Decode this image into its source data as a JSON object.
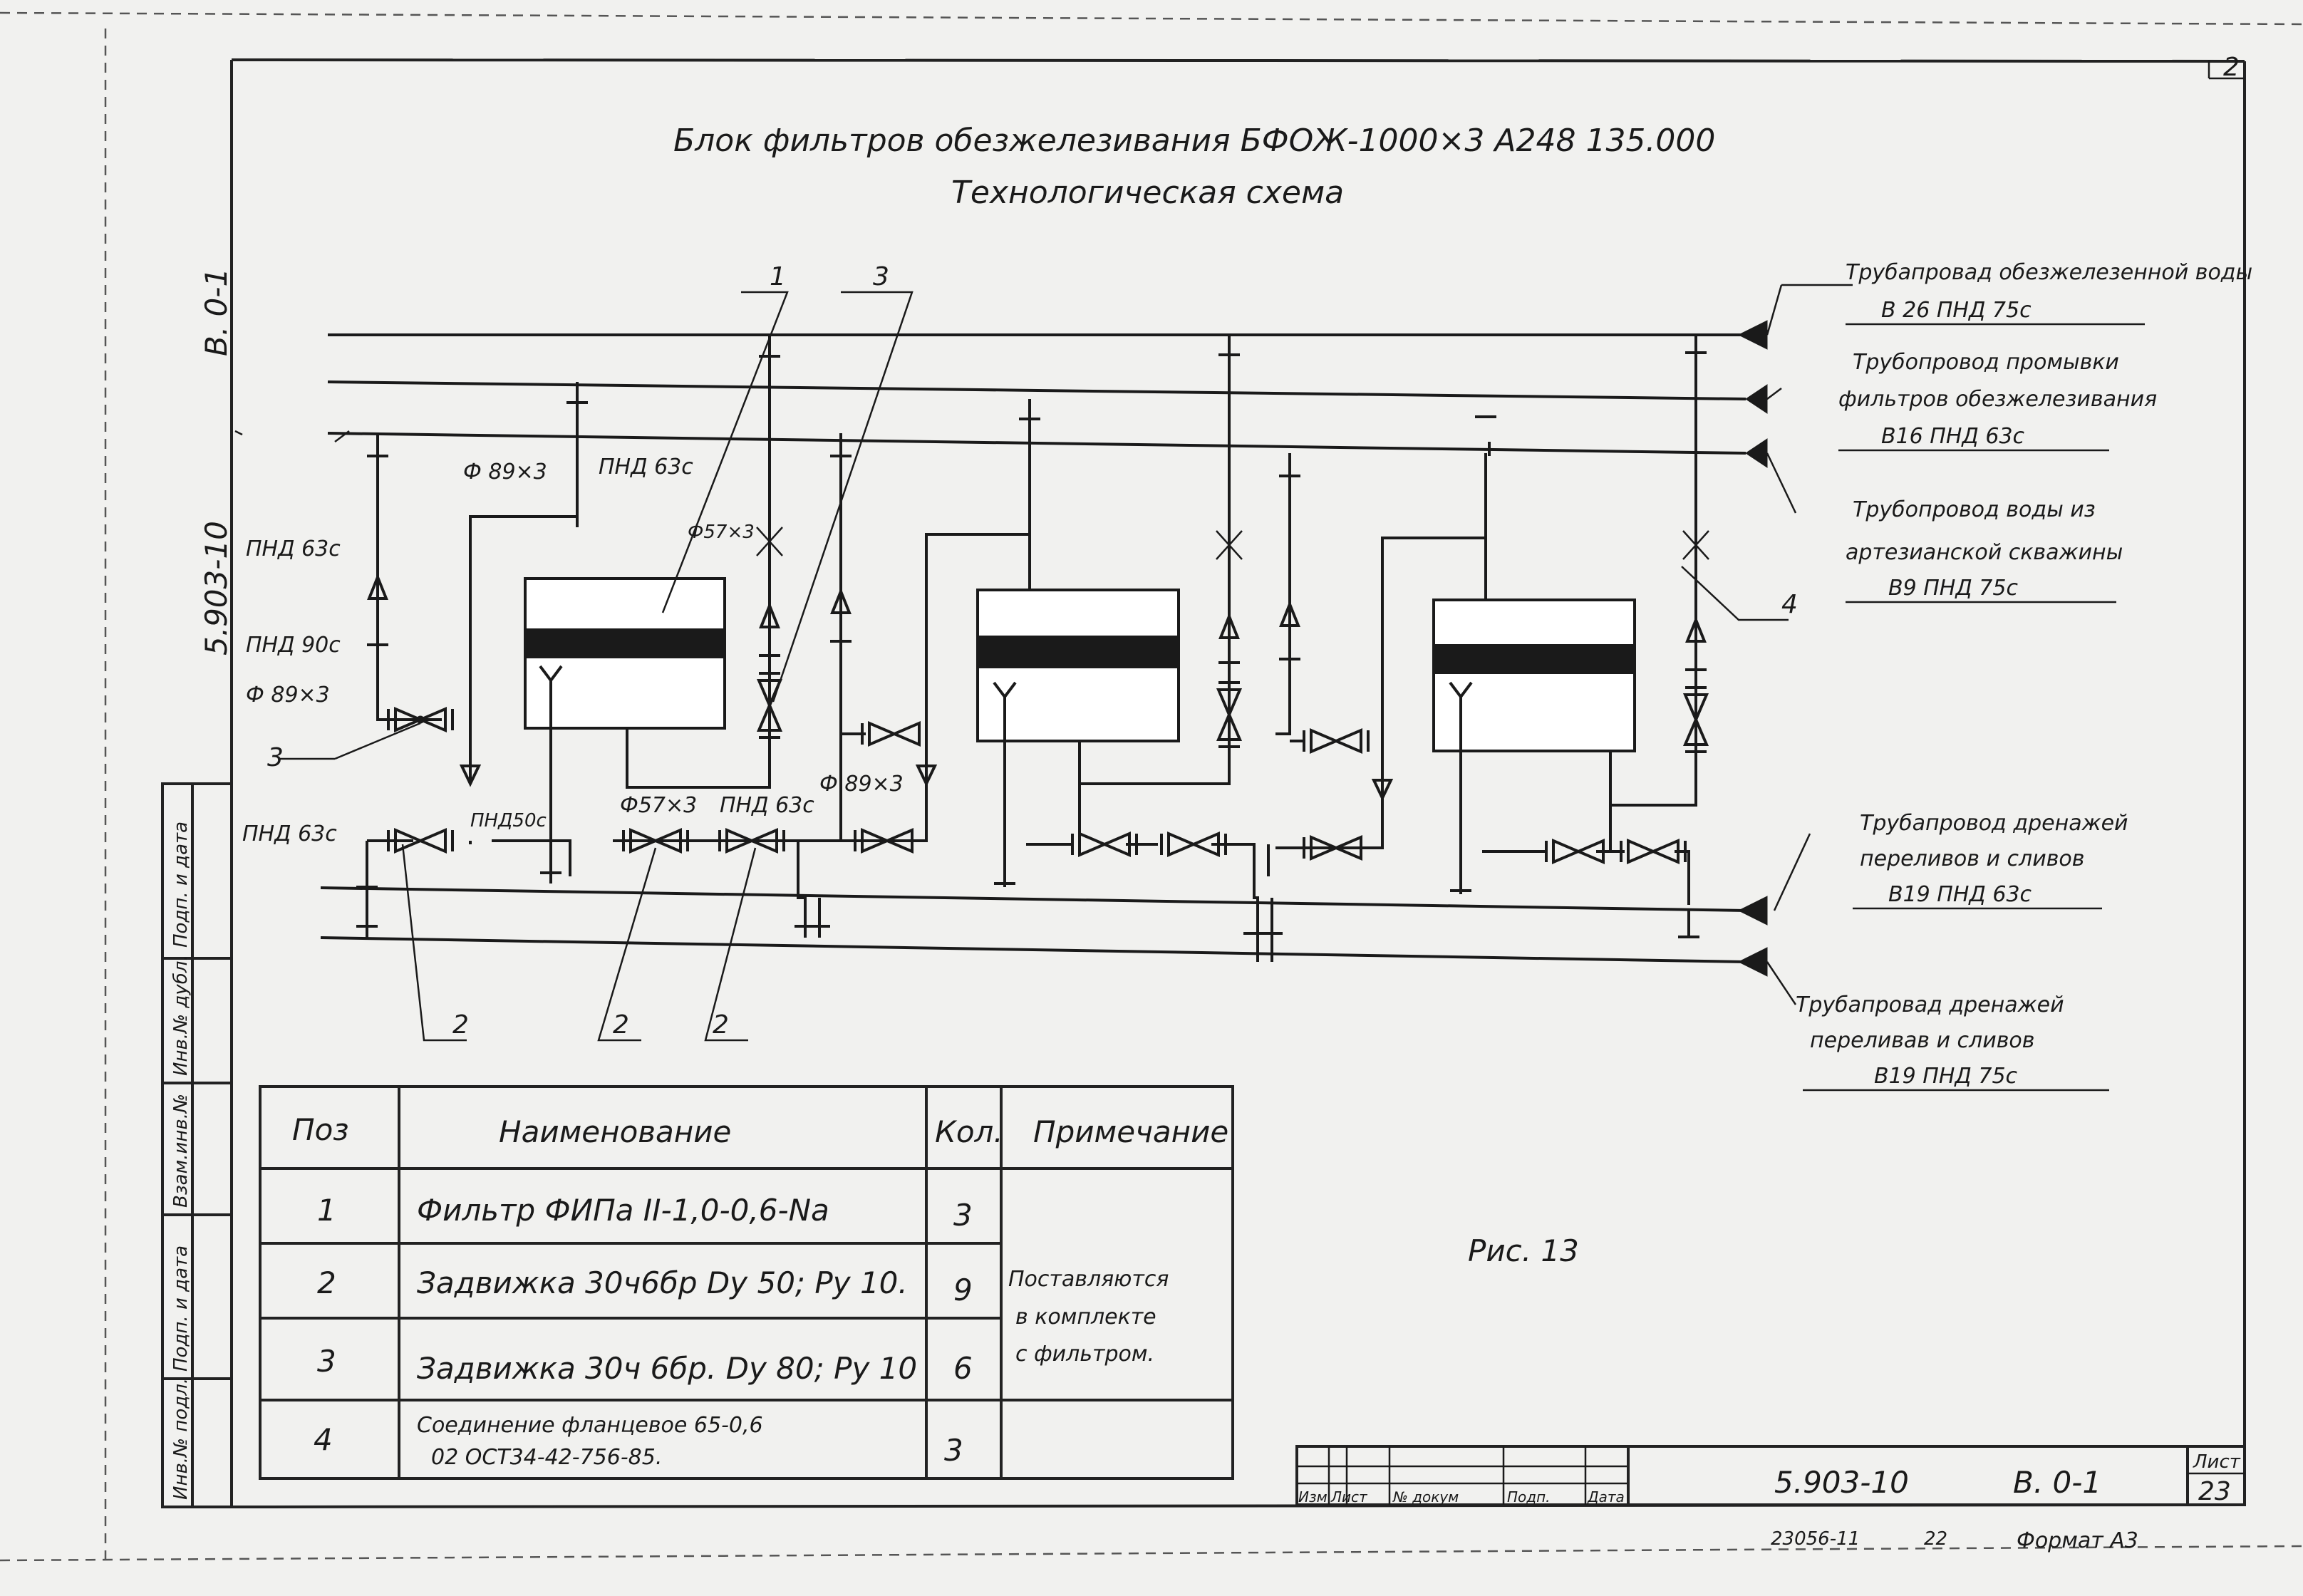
{
  "title": {
    "line1": "Блок фильтров обезжелезивания БФОЖ-1000×3   А248 135.000",
    "line2": "Технологическая схема"
  },
  "doc_code": "5.903-10",
  "doc_section": "В. 0-1",
  "page_corner": "2",
  "side_stamp": [
    "Подп. и дата",
    "Инв.№ дубл.",
    "Взам.инв.№",
    "Подп. и дата",
    "Инв.№ подл."
  ],
  "pipelines": [
    {
      "line1": "Трубапровад обезжелезенной воды",
      "line2": "В 26   ПНД 75с"
    },
    {
      "line1": "Трубопровод промывки",
      "line2": "фильтров обезжелезивания",
      "line3": "В16   ПНД 63с"
    },
    {
      "line1": "Трубопровод воды из",
      "line2": "артезианской скважины",
      "line3": "В9   ПНД 75с"
    },
    {
      "line1": "Трубапровод дренажей",
      "line2": "переливов и сливов",
      "line3": "В19   ПНД 63с"
    },
    {
      "line1": "Трубапровад дренажей",
      "line2": "переливав и сливов",
      "line3": "В19   ПНД 75с"
    }
  ],
  "pipe_labels": {
    "pnd63c_top": "ПНД 63с",
    "pnd90c": "ПНД 90с",
    "d89x3_left": "Ф 89×3",
    "d89x3_top": "Ф 89×3",
    "pnd63c_mid": "ПНД 63с",
    "d57x3_top": "Ф57×3",
    "d89x3_bottom": "Ф 89×3",
    "pnd63c_low": "ПНД 63с",
    "pnd50c": "ПНД50с",
    "d57x3_bottom": "Ф57×3",
    "pnd63c_bottom": "ПНД 63с"
  },
  "callouts": {
    "c1": "1",
    "c3_top": "3",
    "c3_left": "3",
    "c4": "4",
    "c2a": "2",
    "c2b": "2",
    "c2c": "2"
  },
  "figure_caption": "Рис. 13",
  "spec_table": {
    "headers": [
      "Поз",
      "Наименование",
      "Кол.",
      "Примечание"
    ],
    "rows": [
      {
        "pos": "1",
        "name": "Фильтр ФИПа II-1,0-0,6-Na",
        "qty": "3"
      },
      {
        "pos": "2",
        "name": "Задвижка 30ч6бр Dу 50; Pу 10.",
        "qty": "9"
      },
      {
        "pos": "3",
        "name": "Задвижка 30ч 6бр. Dу 80; Pу 10",
        "qty": "6"
      },
      {
        "pos": "4",
        "name": "Соединение фланцевое 65-0,6",
        "name2": "02  ОСТ34-42-756-85.",
        "qty": "3"
      }
    ],
    "note": [
      "Поставляются",
      "в комплекте",
      "с фильтром."
    ]
  },
  "title_block": {
    "cols": [
      "Изм",
      "Лист",
      "№ докум",
      "Подп.",
      "Дата"
    ],
    "code": "5.903-10",
    "section": "В. 0-1",
    "sheet_label": "Лист",
    "sheet_no": "23"
  },
  "footer": {
    "left": "23056-11",
    "mid": "22",
    "format": "Формат А3"
  }
}
